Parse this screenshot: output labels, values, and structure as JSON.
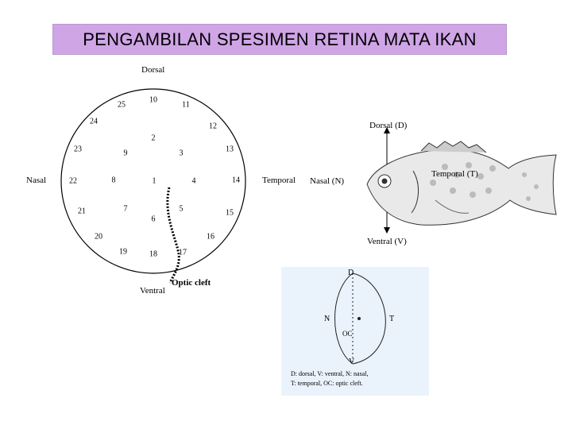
{
  "title": "PENGAMBILAN SPESIMEN RETINA MATA IKAN",
  "retina": {
    "dorsal": "Dorsal",
    "ventral": "Ventral",
    "nasal": "Nasal",
    "temporal": "Temporal",
    "optic_cleft": "Optic cleft",
    "numbers": [
      "1",
      "2",
      "3",
      "4",
      "5",
      "6",
      "7",
      "8",
      "9",
      "10",
      "11",
      "12",
      "13",
      "14",
      "15",
      "16",
      "17",
      "18",
      "19",
      "20",
      "21",
      "22",
      "23",
      "24",
      "25"
    ]
  },
  "fish": {
    "dorsal": "Dorsal (D)",
    "ventral": "Ventral (V)",
    "nasal": "Nasal (N)",
    "temporal": "Temporal (T)"
  },
  "eye": {
    "d": "D",
    "v": "V",
    "n": "N",
    "t": "T",
    "oc": "OC",
    "legend_line1": "D: dorsal, V: ventral, N: nasal,",
    "legend_line2": "T: temporal, OC: optic cleft."
  }
}
